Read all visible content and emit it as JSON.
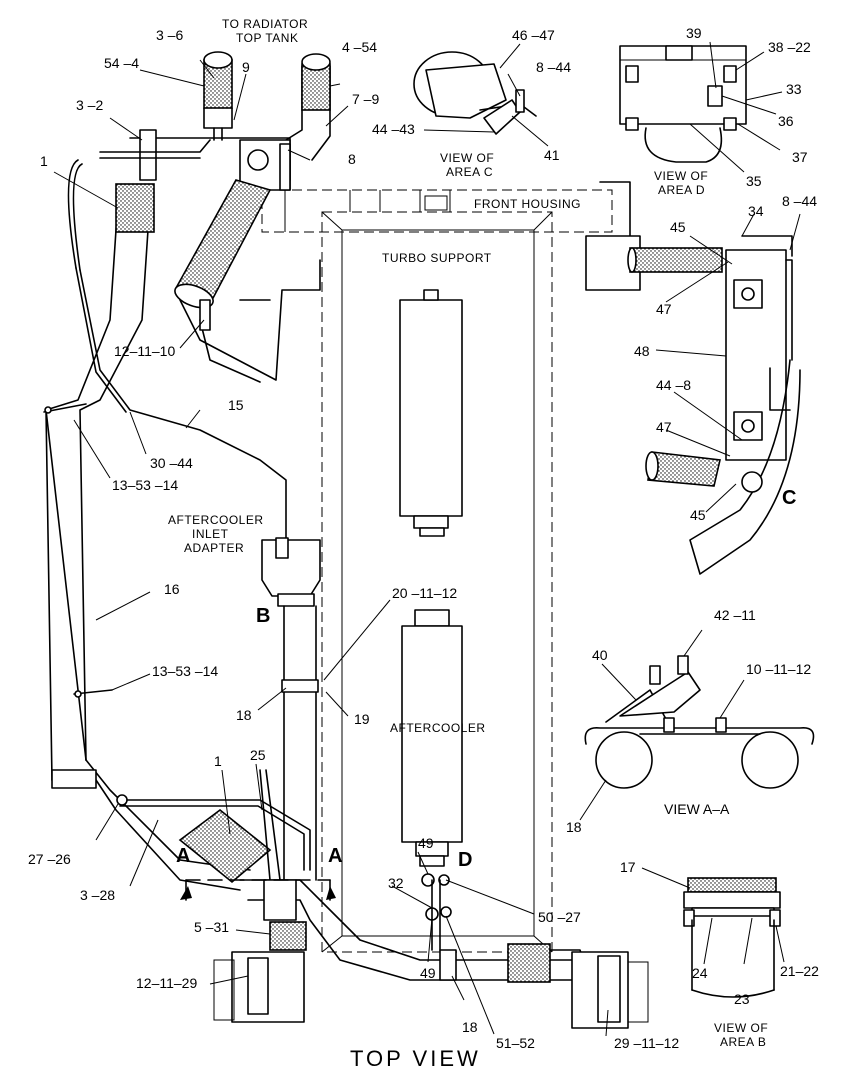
{
  "diagram": {
    "title": "TOP VIEW",
    "area_captions": {
      "to_radiator": [
        "TO RADIATOR",
        "TOP TANK"
      ],
      "front_housing": "FRONT HOUSING",
      "turbo_support": "TURBO SUPPORT",
      "aftercooler": "AFTERCOOLER",
      "aftercooler_inlet_adapter": [
        "AFTERCOOLER",
        "INLET",
        "ADAPTER"
      ],
      "view_area_c": [
        "VIEW OF",
        "AREA C"
      ],
      "view_area_d": [
        "VIEW OF",
        "AREA D"
      ],
      "view_area_b": [
        "VIEW OF",
        "AREA B"
      ],
      "view_a_a": "VIEW A–A"
    },
    "section_letters": {
      "a_left": "A",
      "a_right": "A",
      "b": "B",
      "c": "C",
      "d": "D"
    },
    "callouts": {
      "c3_6": "3 –6",
      "c54_4": "54 –4",
      "c4_54": "4 –54",
      "c9": "9",
      "c7_9": "7 –9",
      "c3_2": "3 –2",
      "c8": "8",
      "c1_top": "1",
      "c12_11_10": "12–11–10",
      "c15": "15",
      "c30_44": "30 –44",
      "c13_53_14_top": "13–53 –14",
      "c16": "16",
      "c20_11_12": "20 –11–12",
      "c18_mid": "18",
      "c19": "19",
      "c13_53_14_bottom": "13–53 –14",
      "c25": "25",
      "c1_bottom": "1",
      "c27_26": "27 –26",
      "c3_28": "3 –28",
      "c5_31": "5 –31",
      "c12_11_29": "12–11–29",
      "c49_top": "49",
      "c32": "32",
      "c50_27": "50 –27",
      "c49_bottom": "49",
      "c18_bottom": "18",
      "c51_52": "51–52",
      "c29_11_12": "29 –11–12",
      "c46_47": "46 –47",
      "c8_44_c": "8 –44",
      "c44_43": "44 –43",
      "c41": "41",
      "c39": "39",
      "c38_22": "38 –22",
      "c33": "33",
      "c36": "36",
      "c37": "37",
      "c35": "35",
      "c34": "34",
      "c8_44_right": "8 –44",
      "c45_top": "45",
      "c47_top": "47",
      "c48": "48",
      "c44_8": "44 –8",
      "c47_bottom": "47",
      "c45_bottom": "45",
      "c42_11": "42 –11",
      "c40": "40",
      "c10_11_12": "10 –11–12",
      "c18_viewaa": "18",
      "c17": "17",
      "c24": "24",
      "c23": "23",
      "c21_22": "21–22"
    }
  }
}
